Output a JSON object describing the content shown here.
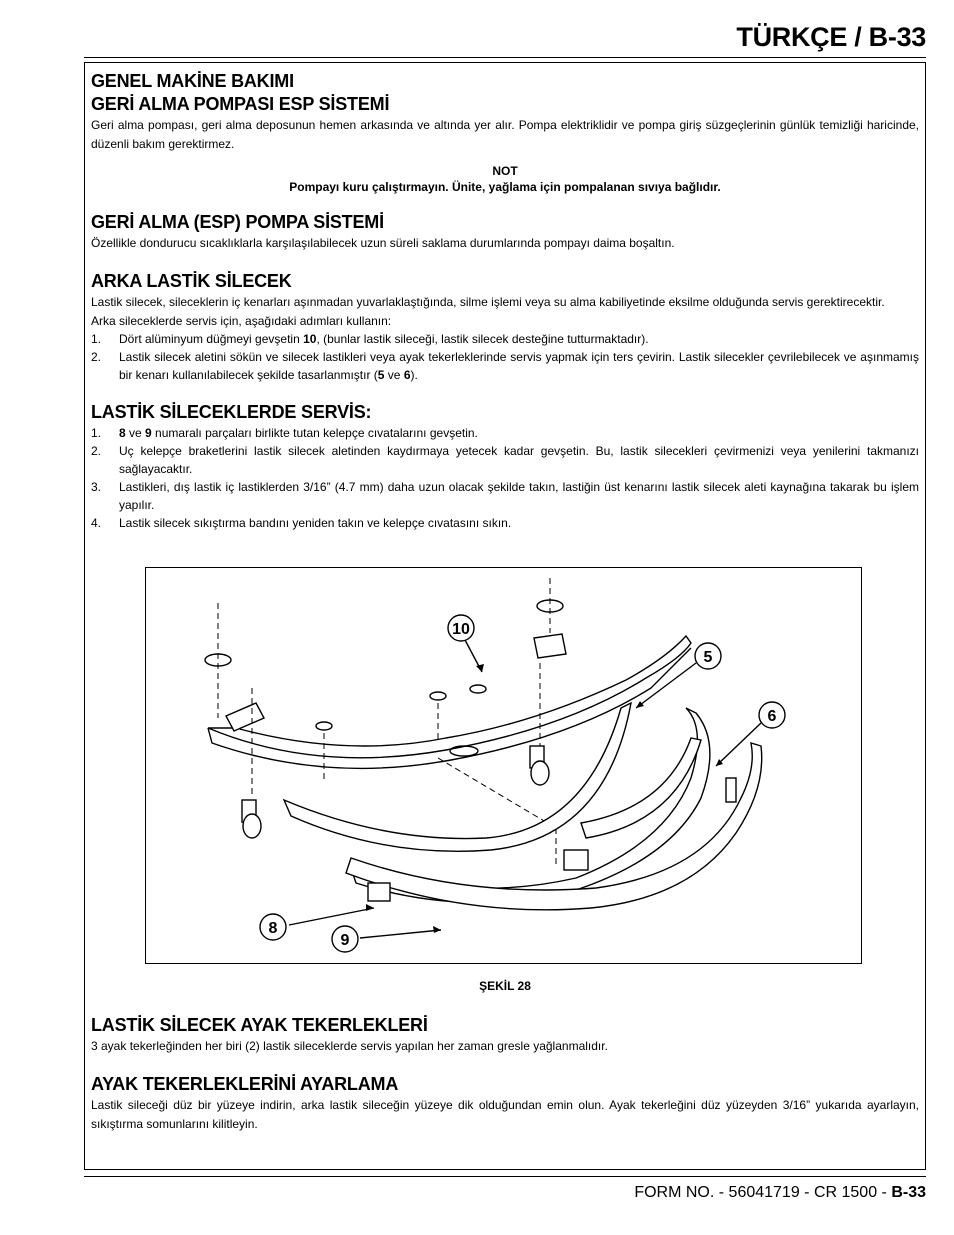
{
  "header": {
    "title": "TÜRKÇE / B-33"
  },
  "sections": {
    "s1": {
      "title1": "GENEL MAKİNE BAKIMI",
      "title2": "GERİ ALMA POMPASI ESP SİSTEMİ",
      "body": "Geri alma pompası, geri alma deposunun hemen arkasında ve altında yer alır.  Pompa elektriklidir ve pompa giriş süzgeçlerinin günlük temizliği haricinde, düzenli bakım gerektirmez.",
      "note_title": "NOT",
      "note_text": "Pompayı kuru çalıştırmayın.  Ünite, yağlama için pompalanan sıvıya bağlıdır."
    },
    "s2": {
      "title": "GERİ ALMA (ESP) POMPA SİSTEMİ",
      "body": "Özellikle dondurucu sıcaklıklarla karşılaşılabilecek uzun süreli saklama durumlarında pompayı daima boşaltın."
    },
    "s3": {
      "title": "ARKA LASTİK SİLECEK",
      "body1": "Lastik silecek, sileceklerin iç kenarları aşınmadan yuvarlaklaştığında, silme işlemi veya su alma kabiliyetinde eksilme olduğunda servis gerektirecektir.",
      "body2": "Arka sileceklerde servis için, aşağıdaki adımları kullanın:",
      "steps": [
        {
          "num": "1.",
          "a": "Dört alüminyum düğmeyi gevşetin ",
          "b": "10",
          "c": ", (bunlar lastik sileceği, lastik silecek desteğine tutturmaktadır)."
        },
        {
          "num": "2.",
          "a": "Lastik silecek aletini sökün ve silecek lastikleri veya ayak tekerleklerinde servis yapmak için ters çevirin.  Lastik silecekler çevrilebilecek ve aşınmamış bir kenarı kullanılabilecek şekilde tasarlanmıştır (",
          "b": "5",
          "c": " ve ",
          "d": "6",
          "e": ")."
        }
      ]
    },
    "s4": {
      "title": "LASTİK SİLECEKLERDE SERVİS:",
      "steps": [
        {
          "num": "1.",
          "b1": "8",
          "t1": " ve ",
          "b2": "9",
          "t2": " numaralı parçaları birlikte tutan kelepçe cıvatalarını gevşetin."
        },
        {
          "num": "2.",
          "text": "Uç kelepçe braketlerini lastik silecek aletinden kaydırmaya yetecek kadar gevşetin.  Bu, lastik silecekleri çevirmenizi veya yenilerini takmanızı sağlayacaktır."
        },
        {
          "num": "3.",
          "text": "Lastikleri, dış lastik iç lastiklerden 3/16” (4.7 mm) daha uzun olacak şekilde takın, lastiğin üst kenarını lastik silecek aleti kaynağına takarak bu işlem yapılır."
        },
        {
          "num": "4.",
          "text": "Lastik silecek sıkıştırma bandını yeniden takın ve kelepçe cıvatasını sıkın."
        }
      ]
    },
    "figure": {
      "caption": "ŞEKİL 28",
      "callouts": [
        "10",
        "5",
        "6",
        "8",
        "9"
      ]
    },
    "s5": {
      "title": "LASTİK SİLECEK AYAK TEKERLEKLERİ",
      "body": "3 ayak tekerleğinden her biri (2) lastik sileceklerde servis yapılan her zaman gresle yağlanmalıdır."
    },
    "s6": {
      "title": "AYAK TEKERLEKLERİNİ AYARLAMA",
      "body": "Lastik sileceği düz bir yüzeye indirin, arka lastik sileceğin yüzeye dik olduğundan emin olun.  Ayak tekerleğini düz yüzeyden 3/16” yukarıda ayarlayın, sıkıştırma somunlarını kilitleyin."
    }
  },
  "footer": {
    "prefix": "FORM NO. - 56041719 - CR 1500 - ",
    "page": "B-33"
  }
}
